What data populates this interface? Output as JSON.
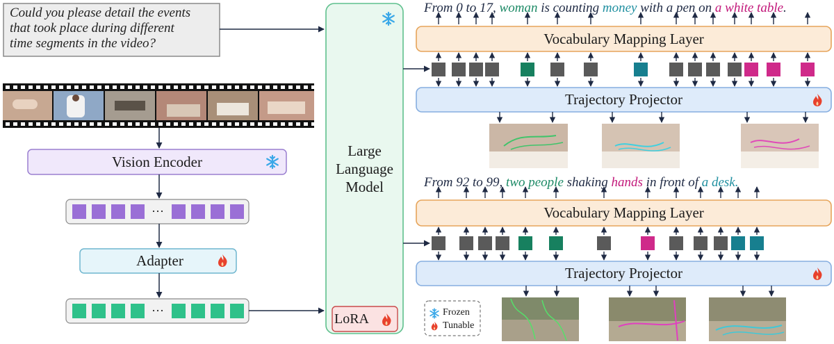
{
  "question": {
    "lines": [
      "Could you please detail the events",
      "that took place during different",
      "time segments in the video?"
    ]
  },
  "left": {
    "vision_encoder": "Vision Encoder",
    "adapter": "Adapter",
    "ellipsis": "···"
  },
  "llm": {
    "lines": [
      "Large",
      "Language",
      "Model"
    ],
    "lora": "LoRA"
  },
  "top": {
    "caption": [
      {
        "text": "From 0 to 17, ",
        "color": "#1f2a44"
      },
      {
        "text": "woman",
        "color": "#1d8a66"
      },
      {
        "text": " is counting ",
        "color": "#1f2a44"
      },
      {
        "text": "money",
        "color": "#1f8fa0"
      },
      {
        "text": " with a pen on ",
        "color": "#1f2a44"
      },
      {
        "text": "a white table",
        "color": "#c2187a"
      },
      {
        "text": ".",
        "color": "#1f2a44"
      }
    ],
    "vocab_label": "Vocabulary Mapping Layer",
    "projector_label": "Trajectory Projector",
    "tokens": [
      "gray",
      "gray",
      "gray",
      "gray",
      "green",
      "gray",
      "gray",
      "teal",
      "gray",
      "gray",
      "gray",
      "gray",
      "magenta",
      "magenta",
      "magenta"
    ]
  },
  "bottom": {
    "caption": [
      {
        "text": "From 92 to 99, ",
        "color": "#1f2a44"
      },
      {
        "text": "two people",
        "color": "#1d8a66"
      },
      {
        "text": " shaking ",
        "color": "#1f2a44"
      },
      {
        "text": "hands",
        "color": "#c2187a"
      },
      {
        "text": " in front of ",
        "color": "#1f2a44"
      },
      {
        "text": "a desk.",
        "color": "#1f8fa0"
      }
    ],
    "vocab_label": "Vocabulary Mapping Layer",
    "projector_label": "Trajectory Projector",
    "tokens": [
      "gray",
      "gray",
      "gray",
      "gray",
      "green",
      "green",
      "gray",
      "magenta",
      "gray",
      "gray",
      "gray",
      "teal",
      "teal"
    ]
  },
  "legend": {
    "frozen": "Frozen",
    "tunable": "Tunable"
  },
  "colors": {
    "gray": "#5a5a5a",
    "green": "#17805f",
    "teal": "#177f8f",
    "magenta": "#cf2a8a",
    "purple_token": "#9a6fd6",
    "green_token": "#2fc18a",
    "arrow": "#1f2a44"
  }
}
